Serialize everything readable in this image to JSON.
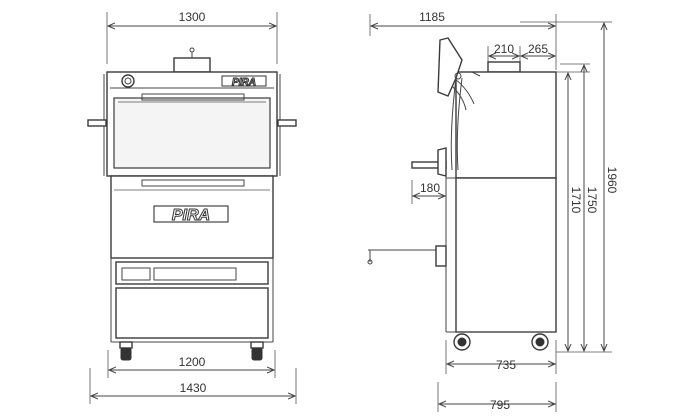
{
  "front_view": {
    "dims": {
      "top_width": "1300",
      "wheel_width": "1200",
      "overall_width": "1430"
    },
    "logo_top": "PIRA",
    "logo_door": "PIRA"
  },
  "side_view": {
    "dims": {
      "overall_depth": "1185",
      "chimney_width": "210",
      "chimney_offset": "265",
      "shelf_depth": "180",
      "body_depth": "735",
      "total_depth": "795",
      "height_body": "1710",
      "height_mid": "1750",
      "height_total": "1960"
    }
  },
  "colors": {
    "line": "#444444",
    "fill": "#ffffff"
  }
}
